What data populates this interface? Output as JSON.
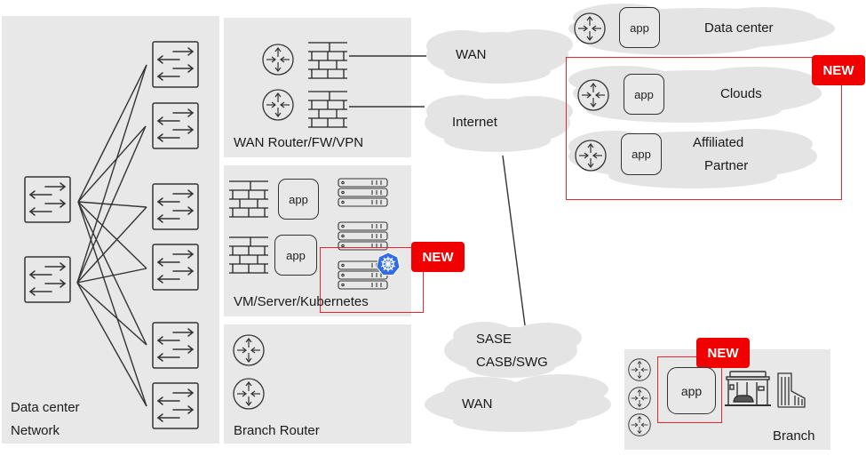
{
  "colors": {
    "panel_bg": "#e8e8e8",
    "cloud_bg": "#e4e4e4",
    "line": "#333333",
    "new_badge": "#f00000",
    "new_outline": "#e8262b",
    "kubernetes": "#326ce5"
  },
  "panels": {
    "datacenter_network": {
      "label_line1": "Data center",
      "label_line2": "Network"
    },
    "wan_router": {
      "label": "WAN Router/FW/VPN"
    },
    "vm_server": {
      "label": "VM/Server/Kubernetes",
      "app1": "app",
      "app2": "app"
    },
    "branch_router": {
      "label": "Branch Router"
    },
    "branch": {
      "label": "Branch",
      "app": "app"
    }
  },
  "clouds": {
    "wan_top": {
      "label": "WAN"
    },
    "internet": {
      "label": "Internet"
    },
    "sase": {
      "label_line1": "SASE",
      "label_line2": "CASB/SWG"
    },
    "wan_bottom": {
      "label": "WAN"
    },
    "data_center": {
      "label": "Data center",
      "app": "app"
    },
    "clouds": {
      "label": "Clouds",
      "app": "app"
    },
    "affiliated_partner": {
      "label_line1": "Affiliated",
      "label_line2": "Partner",
      "app": "app"
    }
  },
  "badges": {
    "clouds_new": "NEW",
    "kubernetes_new": "NEW",
    "branch_new": "NEW"
  },
  "icons": {
    "switch": "switch-icon",
    "router": "router-icon",
    "firewall": "firewall-icon",
    "server": "server-rack-icon",
    "kubernetes": "kubernetes-icon",
    "store": "store-icon",
    "building": "building-icon"
  }
}
